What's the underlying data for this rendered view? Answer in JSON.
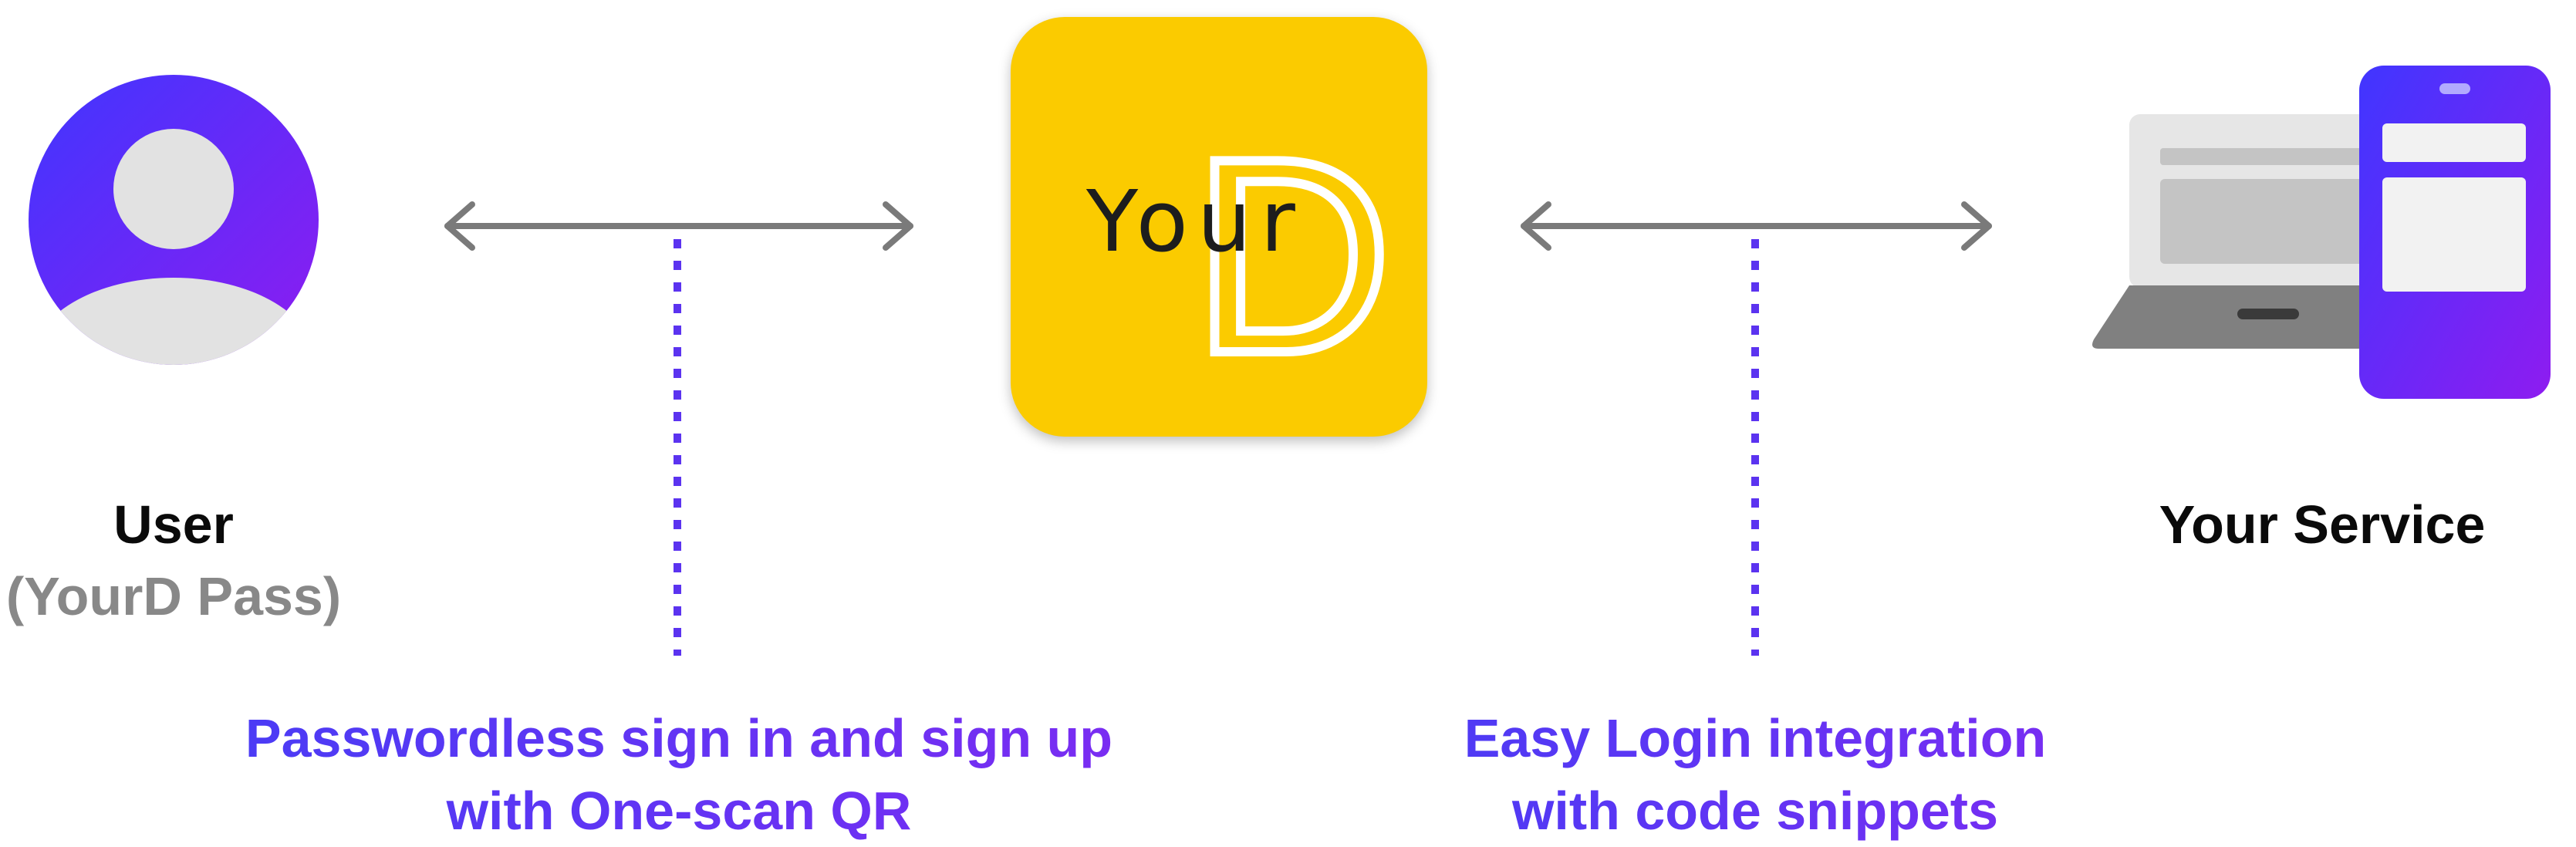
{
  "user": {
    "title": "User",
    "subtitle": "(YourD Pass)"
  },
  "logo": {
    "text": "Your",
    "letter": "D",
    "background_color": "#fbcb00"
  },
  "service": {
    "title": "Your Service"
  },
  "captions": {
    "left": [
      "Passwordless sign in and sign up",
      "with One-scan QR"
    ],
    "right": [
      "Easy Login integration",
      "with code snippets"
    ]
  },
  "colors": {
    "accent_gradient": [
      "#4a3cf5",
      "#7b2cf2"
    ],
    "arrow": "#7a7a7a",
    "dotted_line": "#5b33f0",
    "avatar_fill": "#e2e2e2",
    "laptop_body": "#e6e6e6",
    "laptop_base": "#808080"
  },
  "icons": {
    "user": "user-avatar-icon",
    "devices": "laptop-and-phone-icon",
    "arrows": "double-headed-arrow-icon"
  }
}
